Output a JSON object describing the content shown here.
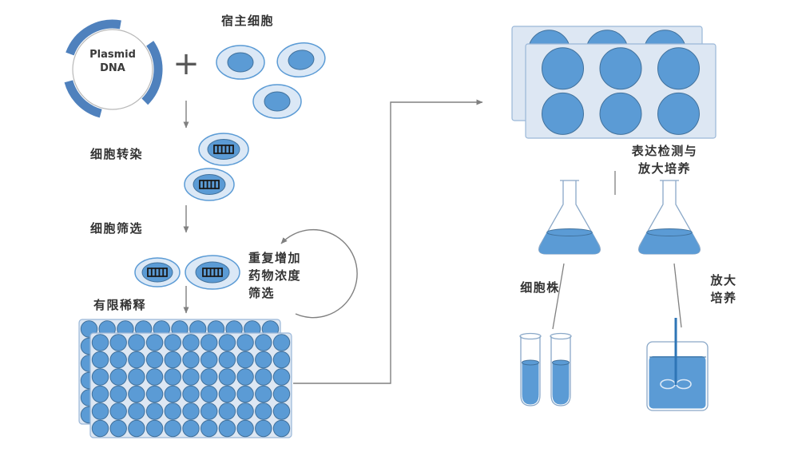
{
  "labels": {
    "plasmid_line1": "Plasmid",
    "plasmid_line2": "DNA",
    "plus": "+",
    "host_cells": "宿主细胞",
    "transfection": "细胞转染",
    "screening": "细胞筛选",
    "limiting_dilution": "有限稀释",
    "repeat_line1": "重复增加",
    "repeat_line2": "药物浓度",
    "repeat_line3": "筛选",
    "expression_line1": "表达检测与",
    "expression_line2": "放大培养",
    "cell_line": "细胞株",
    "scale_up_line1": "放大",
    "scale_up_line2": "培养"
  },
  "colors": {
    "text": "#333333",
    "arrow": "#808080",
    "plasmid_arc": "#4f81bd",
    "cell_fill": "#dbe8f6",
    "cell_stroke": "#5b9bd5",
    "nucleus_fill": "#5b9bd5",
    "nucleus_stroke": "#41719c",
    "well_fill": "#5b9bd5",
    "well_stroke": "#41719c",
    "plate_fill": "#dde7f3",
    "plate_stroke": "#9ab7d8",
    "liquid": "#5b9bd5",
    "glass_stroke": "#8aa8c8",
    "dna": "#1a1a1a"
  }
}
